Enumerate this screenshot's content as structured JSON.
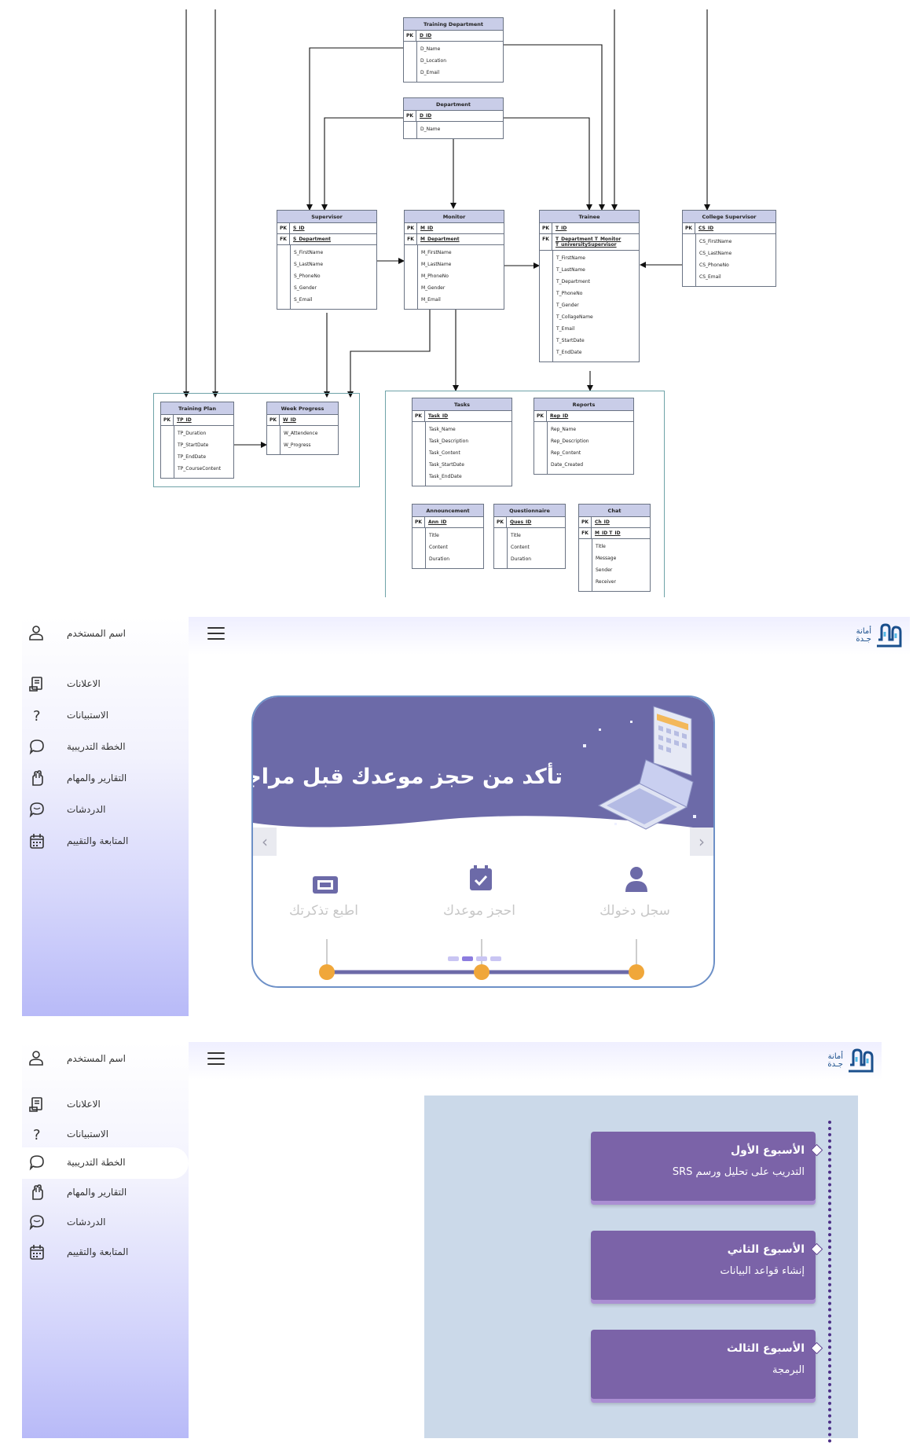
{
  "erd": {
    "tables": {
      "training_department": {
        "title": "Training Department",
        "keys": [
          {
            "k": "PK",
            "v": "D_ID"
          }
        ],
        "attrs": [
          "D_Name",
          "D_Location",
          "D_Email"
        ]
      },
      "department": {
        "title": "Department",
        "keys": [
          {
            "k": "PK",
            "v": "D_ID"
          }
        ],
        "attrs": [
          "D_Name"
        ]
      },
      "supervisor": {
        "title": "Supervisor",
        "keys": [
          {
            "k": "PK",
            "v": "S_ID"
          },
          {
            "k": "FK",
            "v": "S_Department"
          }
        ],
        "attrs": [
          "S_FirstName",
          "S_LastName",
          "S_PhoneNo",
          "S_Gender",
          "S_Email"
        ]
      },
      "monitor": {
        "title": "Monitor",
        "keys": [
          {
            "k": "PK",
            "v": "M_ID"
          },
          {
            "k": "FK",
            "v": "M_Department"
          }
        ],
        "attrs": [
          "M_FirstName",
          "M_LastName",
          "M_PhoneNo",
          "M_Gender",
          "M_Email"
        ]
      },
      "trainee": {
        "title": "Trainee",
        "keys": [
          {
            "k": "PK",
            "v": "T_ID"
          },
          {
            "k": "FK",
            "v": "T_Department T_Monitor T_universitySupervisor"
          }
        ],
        "attrs": [
          "T_FirstName",
          "T_LastName",
          "T_Department",
          "T_PhoneNo",
          "T_Gender",
          "T_CollageName",
          "T_Email",
          "T_StartDate",
          "T_EndDate"
        ]
      },
      "college_supervisor": {
        "title": "College Supervisor",
        "keys": [
          {
            "k": "PK",
            "v": "CS_ID"
          }
        ],
        "attrs": [
          "CS_FirstName",
          "CS_LastName",
          "CS_PhoneNo",
          "CS_Email"
        ]
      },
      "training_plan": {
        "title": "Training Plan",
        "keys": [
          {
            "k": "PK",
            "v": "TP_ID"
          }
        ],
        "attrs": [
          "TP_Duration",
          "TP_StartDate",
          "TP_EndDate",
          "TP_CourseContent"
        ]
      },
      "week_progress": {
        "title": "Week Progress",
        "keys": [
          {
            "k": "PK",
            "v": "W_ID"
          }
        ],
        "attrs": [
          "W_Attendence",
          "W_Progress"
        ]
      },
      "tasks": {
        "title": "Tasks",
        "keys": [
          {
            "k": "PK",
            "v": "Task_ID"
          }
        ],
        "attrs": [
          "Task_Name",
          "Task_Description",
          "Task_Content",
          "Task_StartDate",
          "Task_EndDate"
        ]
      },
      "reports": {
        "title": "Reports",
        "keys": [
          {
            "k": "PK",
            "v": "Rep_ID"
          }
        ],
        "attrs": [
          "Rep_Name",
          "Rep_Description",
          "Rep_Content",
          "Date_Created"
        ]
      },
      "announcement": {
        "title": "Announcement",
        "keys": [
          {
            "k": "PK",
            "v": "Ann_ID"
          }
        ],
        "attrs": [
          "Title",
          "Content",
          "Duration"
        ]
      },
      "questionnaire": {
        "title": "Questionnaire",
        "keys": [
          {
            "k": "PK",
            "v": "Ques_ID"
          }
        ],
        "attrs": [
          "Title",
          "Content",
          "Duration"
        ]
      },
      "chat": {
        "title": "Chat",
        "keys": [
          {
            "k": "PK",
            "v": "Ch_ID"
          },
          {
            "k": "FK",
            "v": "M_ID T_ID"
          }
        ],
        "attrs": [
          "Title",
          "Message",
          "Sender",
          "Receiver"
        ]
      }
    }
  },
  "sidebar": {
    "user_label": "اسم المستخدم",
    "items": [
      {
        "label": "الاعلانات",
        "icon": "announcement-icon"
      },
      {
        "label": "الاستبيانات",
        "icon": "question-icon"
      },
      {
        "label": "الخطة التدريبية",
        "icon": "speech-bubble-icon"
      },
      {
        "label": "التقارير والمهام",
        "icon": "hand-icon"
      },
      {
        "label": "الدردشات",
        "icon": "chat-icon"
      },
      {
        "label": "المتابعة والتقييم",
        "icon": "calendar-icon"
      }
    ]
  },
  "logo": {
    "line1": "أمانة",
    "line2": "جـدة"
  },
  "home": {
    "banner_title": "تأكد من حجز موعدك قبل مراجعتك لنا",
    "steps": [
      {
        "label": "سجل دخولك",
        "icon": "user-icon"
      },
      {
        "label": "احجز موعدك",
        "icon": "calendar-check-icon"
      },
      {
        "label": "اطبع تذكرتك",
        "icon": "ticket-icon"
      }
    ],
    "slide_count": 4,
    "active_slide": 2
  },
  "plan": {
    "weeks": [
      {
        "title": "الأسبوع الأول",
        "desc": "التدريب على تحليل ورسم SRS"
      },
      {
        "title": "الأسبوع الثاني",
        "desc": "إنشاء قواعد البيانات"
      },
      {
        "title": "الأسبوع الثالث",
        "desc": "البرمجة"
      }
    ]
  },
  "colors": {
    "accent": "#6c6aa8",
    "card": "#7b63a8",
    "plan_bg": "#cbd9e9",
    "step_dot": "#f0a73a"
  }
}
